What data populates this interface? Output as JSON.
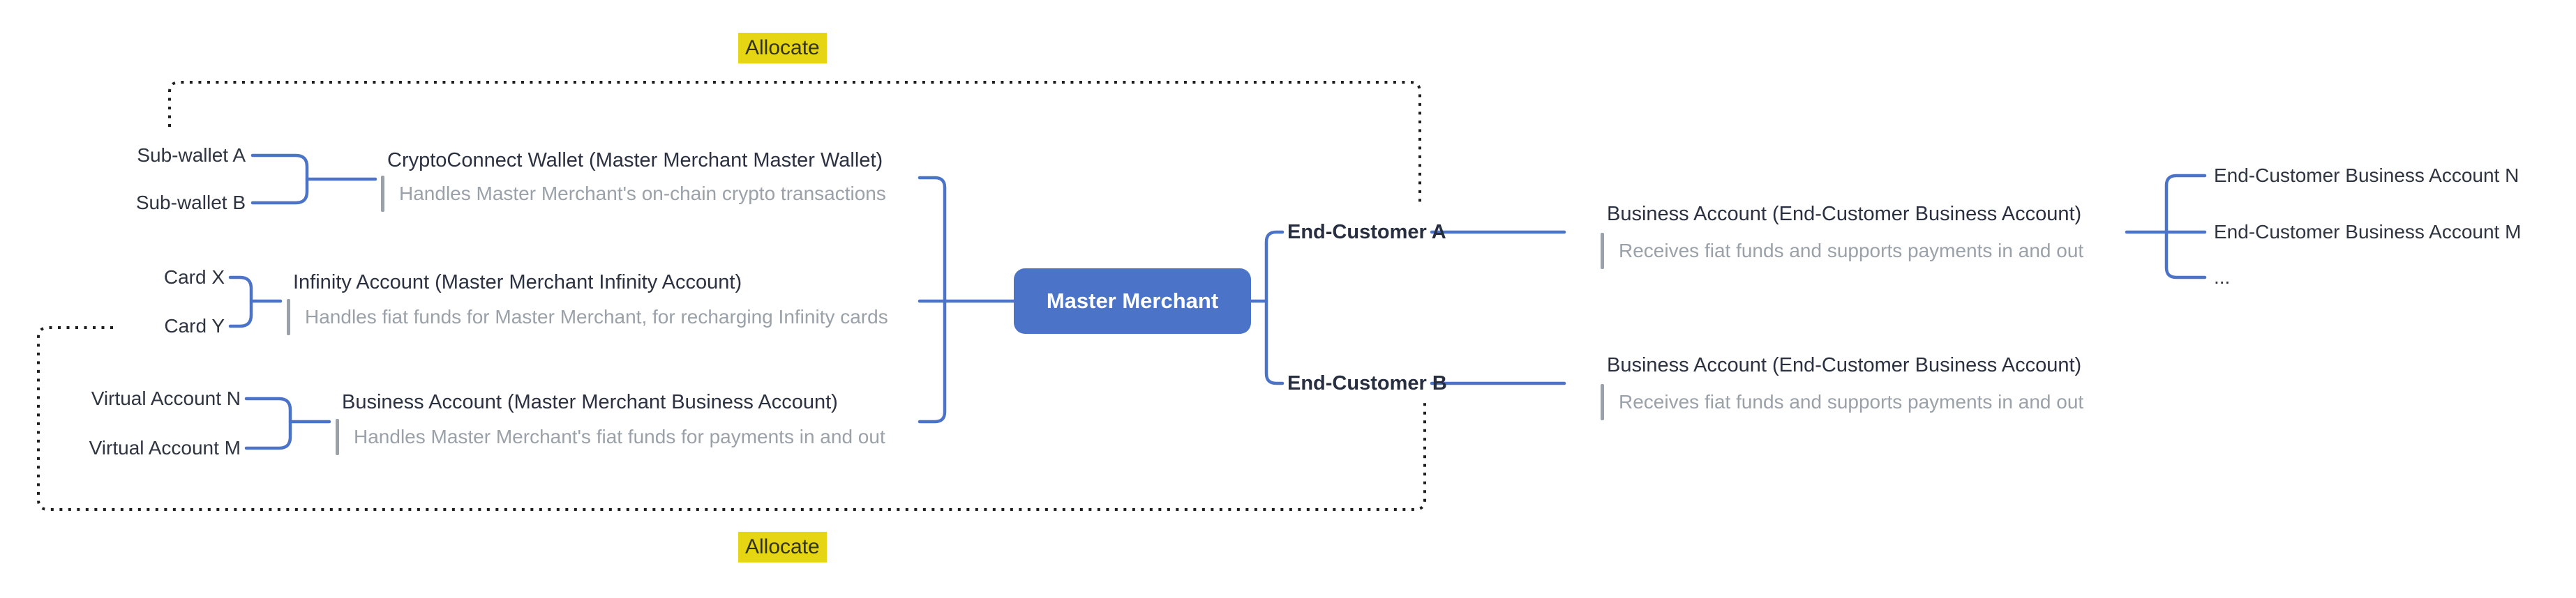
{
  "diagram": {
    "root": {
      "label": "Master Merchant"
    },
    "allocate_top": "Allocate",
    "allocate_bottom": "Allocate",
    "left_branches": [
      {
        "title": "CryptoConnect Wallet (Master Merchant Master Wallet)",
        "subtitle": "Handles Master Merchant's on-chain crypto transactions",
        "children": [
          "Sub-wallet A",
          "Sub-wallet B"
        ]
      },
      {
        "title": "Infinity Account (Master Merchant Infinity Account)",
        "subtitle": "Handles fiat funds for Master Merchant, for recharging Infinity cards",
        "children": [
          "Card X",
          "Card Y"
        ]
      },
      {
        "title": "Business Account (Master Merchant Business Account)",
        "subtitle": "Handles Master Merchant's fiat funds for payments in and out",
        "children": [
          "Virtual Account N",
          "Virtual Account M"
        ]
      }
    ],
    "right_branches": [
      {
        "label": "End-Customer A",
        "account": {
          "title": "Business Account (End-Customer Business Account)",
          "subtitle": "Receives fiat funds and supports payments in and out",
          "children": [
            "End-Customer Business Account N",
            "End-Customer Business Account M",
            "..."
          ]
        }
      },
      {
        "label": "End-Customer B",
        "account": {
          "title": "Business Account (End-Customer Business Account)",
          "subtitle": "Receives fiat funds and supports payments in and out",
          "children": []
        }
      }
    ],
    "colors": {
      "connector_blue": "#4b73c7",
      "root_fill": "#4b73c7",
      "highlight_yellow": "#e6d513",
      "title_dark": "#2b3140",
      "subtitle_gray": "#9aa1a9",
      "dotted_black": "#1f1f1f"
    }
  }
}
